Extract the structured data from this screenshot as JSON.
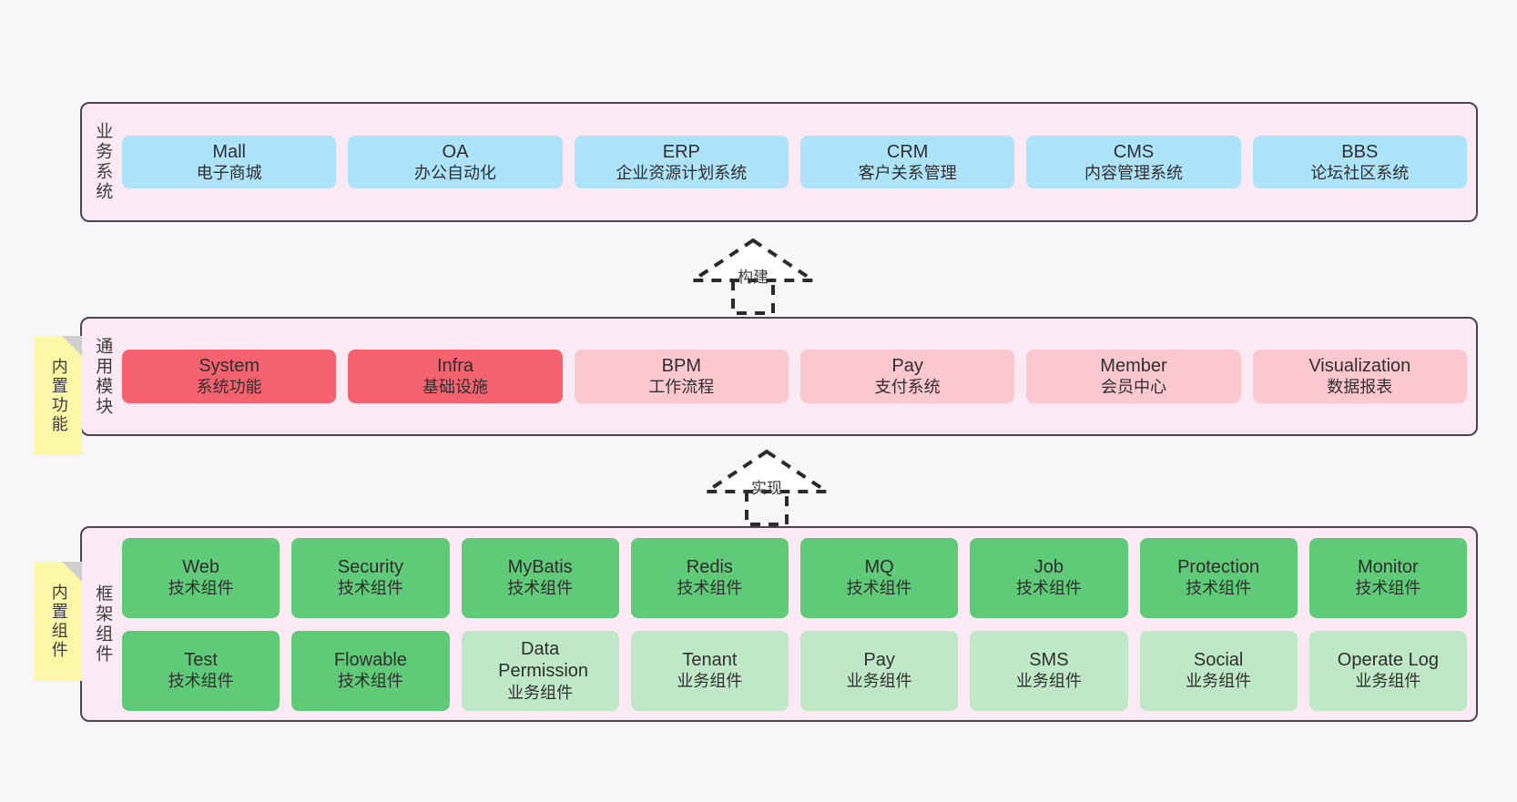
{
  "diagram": {
    "title_text_direction": "vertical",
    "colors": {
      "canvas_bg": "#f7f7f7",
      "layer_bg": "#fbeaf4",
      "layer_border": "#4a4453",
      "business_card": "#ade3fb",
      "module_core": "#f4636f",
      "module_optional": "#fcc8d0",
      "tech_component": "#5fca77",
      "biz_component": "#bfe8c6",
      "note_bg": "#fdf7a8",
      "note_fold": "#cfcfcf"
    }
  },
  "layers": [
    {
      "id": "business-systems",
      "title": "业务系统",
      "cards": [
        {
          "name": "Mall",
          "sub": "电子商城"
        },
        {
          "name": "OA",
          "sub": "办公自动化"
        },
        {
          "name": "ERP",
          "sub": "企业资源计划系统"
        },
        {
          "name": "CRM",
          "sub": "客户关系管理"
        },
        {
          "name": "CMS",
          "sub": "内容管理系统"
        },
        {
          "name": "BBS",
          "sub": "论坛社区系统"
        }
      ]
    },
    {
      "id": "common-modules",
      "title": "通用模块",
      "note": "内置功能",
      "cards": [
        {
          "name": "System",
          "sub": "系统功能",
          "style": "red"
        },
        {
          "name": "Infra",
          "sub": "基础设施",
          "style": "red"
        },
        {
          "name": "BPM",
          "sub": "工作流程",
          "style": "pink"
        },
        {
          "name": "Pay",
          "sub": "支付系统",
          "style": "pink"
        },
        {
          "name": "Member",
          "sub": "会员中心",
          "style": "pink"
        },
        {
          "name": "Visualization",
          "sub": "数据报表",
          "style": "pink"
        }
      ]
    },
    {
      "id": "framework-components",
      "title": "框架组件",
      "note": "内置组件",
      "row1": [
        {
          "name": "Web",
          "sub": "技术组件",
          "style": "green"
        },
        {
          "name": "Security",
          "sub": "技术组件",
          "style": "green"
        },
        {
          "name": "MyBatis",
          "sub": "技术组件",
          "style": "green"
        },
        {
          "name": "Redis",
          "sub": "技术组件",
          "style": "green"
        },
        {
          "name": "MQ",
          "sub": "技术组件",
          "style": "green"
        },
        {
          "name": "Job",
          "sub": "技术组件",
          "style": "green"
        },
        {
          "name": "Protection",
          "sub": "技术组件",
          "style": "green"
        },
        {
          "name": "Monitor",
          "sub": "技术组件",
          "style": "green"
        }
      ],
      "row2": [
        {
          "name": "Test",
          "sub": "技术组件",
          "style": "green"
        },
        {
          "name": "Flowable",
          "sub": "技术组件",
          "style": "green"
        },
        {
          "name": "Data Permission",
          "sub": "业务组件",
          "style": "mint"
        },
        {
          "name": "Tenant",
          "sub": "业务组件",
          "style": "mint"
        },
        {
          "name": "Pay",
          "sub": "业务组件",
          "style": "mint"
        },
        {
          "name": "SMS",
          "sub": "业务组件",
          "style": "mint"
        },
        {
          "name": "Social",
          "sub": "业务组件",
          "style": "mint"
        },
        {
          "name": "Operate Log",
          "sub": "业务组件",
          "style": "mint"
        }
      ]
    }
  ],
  "connectors": [
    {
      "id": "build",
      "label": "构建"
    },
    {
      "id": "implement",
      "label": "实现"
    }
  ]
}
